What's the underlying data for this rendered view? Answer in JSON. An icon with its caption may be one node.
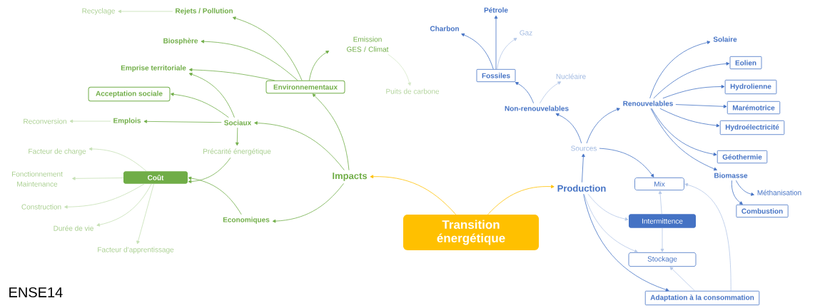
{
  "diagram": {
    "nodes": [
      {
        "text": [
          "Transition énergétique"
        ]
      },
      {
        "text": [
          "Impacts"
        ]
      },
      {
        "text": [
          "Production"
        ]
      },
      {
        "text": [
          "Environnementaux"
        ]
      },
      {
        "text": [
          "Sociaux"
        ]
      },
      {
        "text": [
          "Economiques"
        ]
      },
      {
        "text": [
          "Coût"
        ]
      },
      {
        "text": [
          "Rejets / Pollution"
        ]
      },
      {
        "text": [
          "Recyclage"
        ]
      },
      {
        "text": [
          "Biosphère"
        ]
      },
      {
        "text": [
          "Emission GES / Climat"
        ]
      },
      {
        "text": [
          "Puits de carbone"
        ]
      },
      {
        "text": [
          "Emprise territoriale"
        ]
      },
      {
        "text": [
          "Acceptation sociale"
        ]
      },
      {
        "text": [
          "Emplois"
        ]
      },
      {
        "text": [
          "Reconversion"
        ]
      },
      {
        "text": [
          "Précarité énergétique"
        ]
      },
      {
        "text": [
          "Facteur de charge"
        ]
      },
      {
        "text": [
          "Fonctionnement Maintenance"
        ]
      },
      {
        "text": [
          "Construction"
        ]
      },
      {
        "text": [
          "Durée de vie"
        ]
      },
      {
        "text": [
          "Facteur d’apprentissage"
        ]
      },
      {
        "text": [
          "Sources"
        ]
      },
      {
        "text": [
          "Non-renouvelables"
        ]
      },
      {
        "text": [
          "Fossiles"
        ]
      },
      {
        "text": [
          "Charbon"
        ]
      },
      {
        "text": [
          "Pétrole"
        ]
      },
      {
        "text": [
          "Gaz"
        ]
      },
      {
        "text": [
          "Nucléaire"
        ]
      },
      {
        "text": [
          "Renouvelables"
        ]
      },
      {
        "text": [
          "Solaire"
        ]
      },
      {
        "text": [
          "Eolien"
        ]
      },
      {
        "text": [
          "Hydrolienne"
        ]
      },
      {
        "text": [
          "Marémotrice"
        ]
      },
      {
        "text": [
          "Hydroélectricité"
        ]
      },
      {
        "text": [
          "Géothermie"
        ]
      },
      {
        "text": [
          "Biomasse"
        ]
      },
      {
        "text": [
          "Méthanisation"
        ]
      },
      {
        "text": [
          "Combustion"
        ]
      },
      {
        "text": [
          "Mix"
        ]
      },
      {
        "text": [
          "Intermittence"
        ]
      },
      {
        "text": [
          "Stockage"
        ]
      },
      {
        "text": [
          "Adaptation à la consommation"
        ]
      }
    ],
    "edges": [
      {
        "from": 0,
        "to": 1,
        "arrow": "to",
        "color": "#ffc000"
      },
      {
        "from": 0,
        "to": 2,
        "arrow": "to",
        "color": "#ffc000"
      },
      {
        "from": 1,
        "to": 3,
        "arrow": "to",
        "color": "#70ad47"
      },
      {
        "from": 1,
        "to": 4,
        "arrow": "to",
        "color": "#70ad47"
      },
      {
        "from": 1,
        "to": 5,
        "arrow": "to",
        "color": "#70ad47"
      },
      {
        "from": 3,
        "to": 7,
        "arrow": "to",
        "color": "#70ad47"
      },
      {
        "from": 3,
        "to": 9,
        "arrow": "to",
        "color": "#70ad47"
      },
      {
        "from": 3,
        "to": 10,
        "arrow": "to",
        "color": "#70ad47"
      },
      {
        "from": 3,
        "to": 12,
        "arrow": "to",
        "color": "#70ad47"
      },
      {
        "from": 10,
        "to": 11,
        "arrow": "to",
        "color": "#d5e8c8"
      },
      {
        "from": 7,
        "to": 8,
        "arrow": "to",
        "color": "#c5e0b4"
      },
      {
        "from": 4,
        "to": 12,
        "arrow": "to",
        "color": "#70ad47"
      },
      {
        "from": 4,
        "to": 13,
        "arrow": "to",
        "color": "#70ad47"
      },
      {
        "from": 4,
        "to": 14,
        "arrow": "to",
        "color": "#70ad47"
      },
      {
        "from": 4,
        "to": 16,
        "arrow": "to",
        "color": "#70ad47"
      },
      {
        "from": 14,
        "to": 15,
        "arrow": "to",
        "color": "#c5e0b4"
      },
      {
        "from": 16,
        "to": 6,
        "arrow": "to",
        "color": "#70ad47"
      },
      {
        "from": 5,
        "to": 6,
        "arrow": "to",
        "color": "#70ad47"
      },
      {
        "from": 6,
        "to": 17,
        "arrow": "to",
        "color": "#c5e0b4"
      },
      {
        "from": 6,
        "to": 18,
        "arrow": "to",
        "color": "#c5e0b4"
      },
      {
        "from": 6,
        "to": 19,
        "arrow": "to",
        "color": "#c5e0b4"
      },
      {
        "from": 6,
        "to": 20,
        "arrow": "to",
        "color": "#c5e0b4"
      },
      {
        "from": 6,
        "to": 21,
        "arrow": "to",
        "color": "#c5e0b4"
      },
      {
        "from": 2,
        "to": 22,
        "arrow": "to"
      },
      {
        "from": 22,
        "to": 23,
        "arrow": "to"
      },
      {
        "from": 22,
        "to": 29,
        "arrow": "to"
      },
      {
        "from": 22,
        "to": 39,
        "arrow": "to"
      },
      {
        "from": 23,
        "to": 24,
        "arrow": "to"
      },
      {
        "from": 23,
        "to": 28,
        "arrow": "to",
        "color": "#b4c7e7"
      },
      {
        "from": 24,
        "to": 25,
        "arrow": "to"
      },
      {
        "from": 24,
        "to": 26,
        "arrow": "to"
      },
      {
        "from": 24,
        "to": 27,
        "arrow": "to",
        "color": "#b4c7e7"
      },
      {
        "from": 29,
        "to": 30,
        "arrow": "to"
      },
      {
        "from": 29,
        "to": 31,
        "arrow": "to"
      },
      {
        "from": 29,
        "to": 32,
        "arrow": "to"
      },
      {
        "from": 29,
        "to": 33,
        "arrow": "to"
      },
      {
        "from": 29,
        "to": 34,
        "arrow": "to"
      },
      {
        "from": 29,
        "to": 35,
        "arrow": "to"
      },
      {
        "from": 29,
        "to": 36,
        "arrow": "to"
      },
      {
        "from": 36,
        "to": 37,
        "arrow": "to"
      },
      {
        "from": 36,
        "to": 38,
        "arrow": "to"
      },
      {
        "from": 2,
        "to": 40,
        "arrow": "to",
        "color": "#b4c7e7"
      },
      {
        "from": 2,
        "to": 41,
        "arrow": "to",
        "color": "#b4c7e7"
      },
      {
        "from": 2,
        "to": 42,
        "arrow": "to"
      },
      {
        "from": 40,
        "to": 39,
        "arrow": "to",
        "color": "#b4c7e7"
      },
      {
        "from": 40,
        "to": 41,
        "arrow": "to",
        "color": "#b4c7e7"
      },
      {
        "from": 42,
        "to": 41,
        "arrow": "to",
        "color": "#b4c7e7"
      },
      {
        "from": 42,
        "to": 39,
        "arrow": "to",
        "color": "#b4c7e7"
      }
    ],
    "labels": [
      "ENSE14"
    ]
  }
}
